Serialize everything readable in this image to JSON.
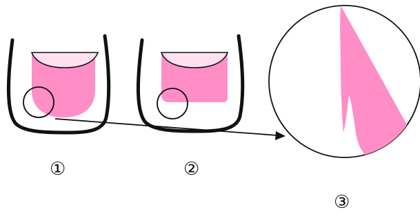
{
  "labels": {
    "panel_1": "①",
    "panel_2": "②",
    "panel_3": "③"
  },
  "colors": {
    "nail_pink": "#ff8ec7",
    "nail_tip": "#ffe0ef",
    "outline": "#111111",
    "background": "#ffffff"
  }
}
